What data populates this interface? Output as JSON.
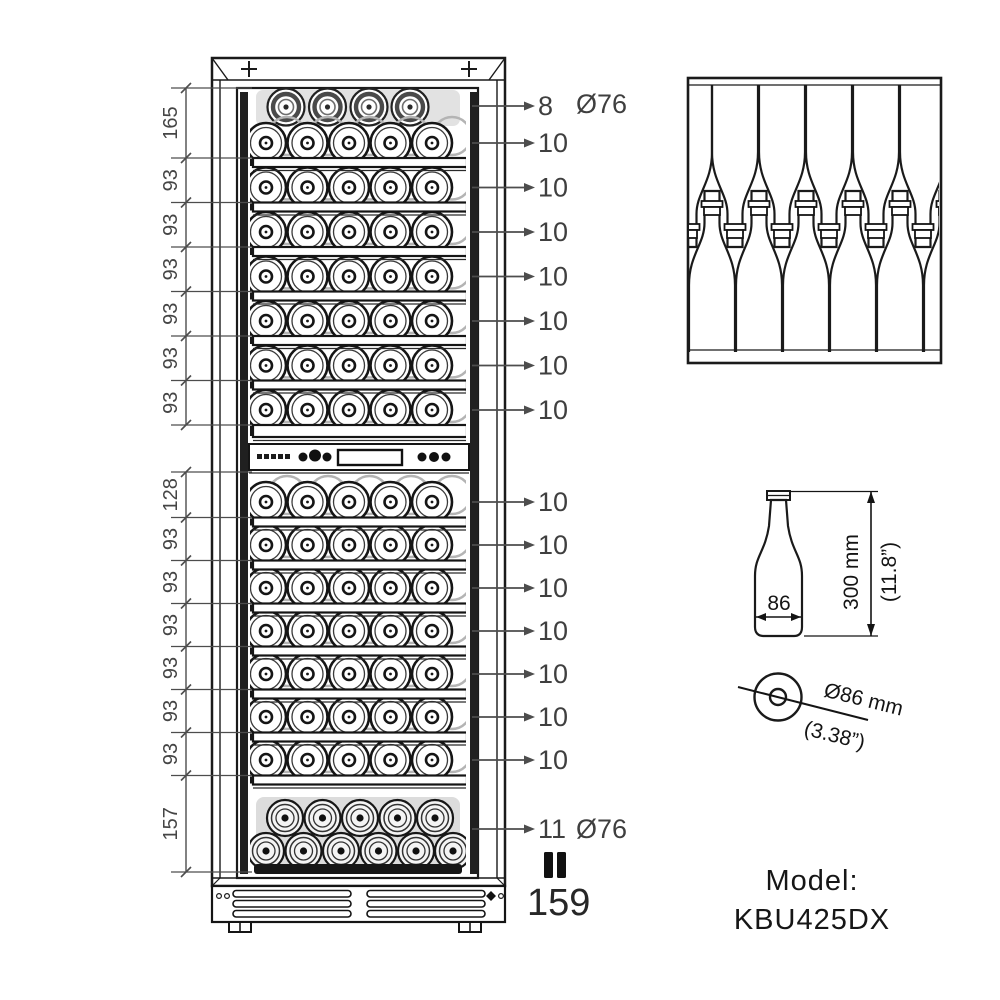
{
  "front_view": {
    "upper_zone": {
      "left_dims": [
        "165",
        "93",
        "93",
        "93",
        "93",
        "93",
        "93"
      ],
      "right_counts": [
        "8",
        "10",
        "10",
        "10",
        "10",
        "10",
        "10",
        "10"
      ],
      "top_diameter": "Ø76"
    },
    "lower_zone": {
      "left_dims": [
        "128",
        "93",
        "93",
        "93",
        "93",
        "93",
        "93",
        "157"
      ],
      "right_counts": [
        "10",
        "10",
        "10",
        "10",
        "10",
        "10",
        "10",
        "11"
      ],
      "bottom_diameter": "Ø76"
    },
    "total_capacity": "159",
    "capacity_icon": "double-bar-icon"
  },
  "bottle_detail": {
    "height_mm": "300 mm",
    "height_in": "(11.8”)",
    "body_width": "86",
    "diameter_mm": "Ø86 mm",
    "diameter_in": "(3.38”)"
  },
  "model": {
    "label": "Model:",
    "value": "KBU425DX"
  },
  "colors": {
    "line": "#1a1a1a",
    "dim": "#4d4d4d",
    "label": "#3c3c3c",
    "shade": "#e2e2e2"
  }
}
